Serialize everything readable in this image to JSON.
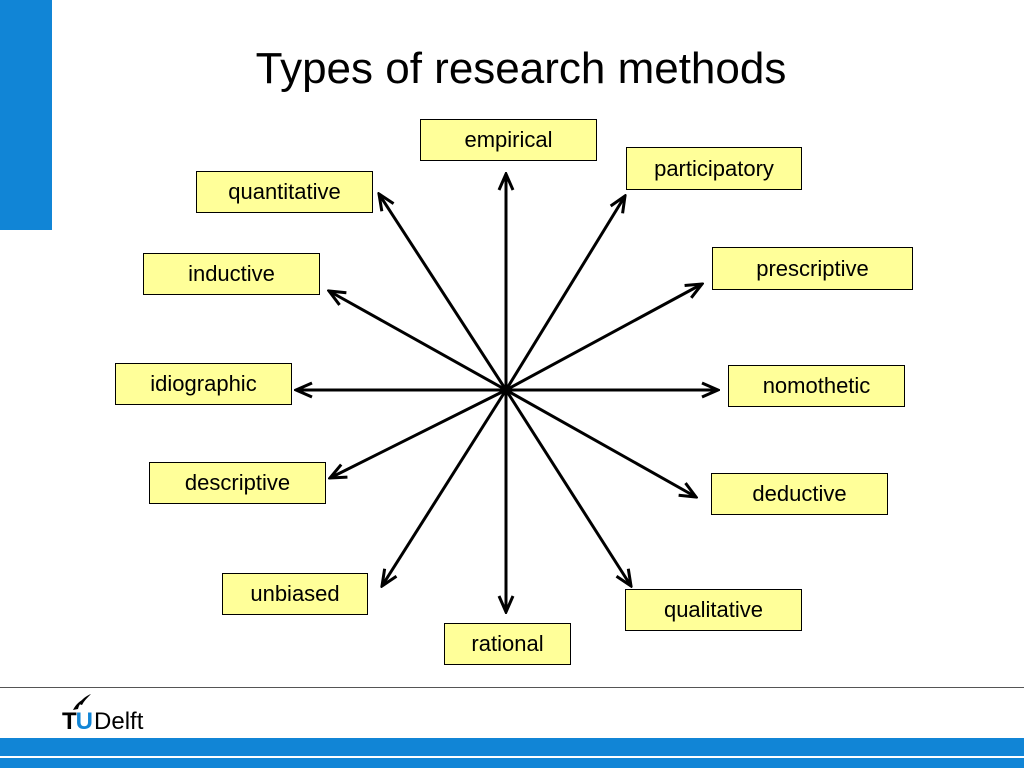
{
  "title": "Types of research methods",
  "labels": {
    "empirical": "empirical",
    "participatory": "participatory",
    "prescriptive": "prescriptive",
    "nomothetic": "nomothetic",
    "deductive": "deductive",
    "qualitative": "qualitative",
    "rational": "rational",
    "unbiased": "unbiased",
    "descriptive": "descriptive",
    "idiographic": "idiographic",
    "inductive": "inductive",
    "quantitative": "quantitative"
  },
  "logo": {
    "tu_t": "T",
    "tu_u": "U",
    "delft": "Delft"
  },
  "colors": {
    "accent_blue": "#1185d6",
    "label_fill": "#ffff99"
  }
}
